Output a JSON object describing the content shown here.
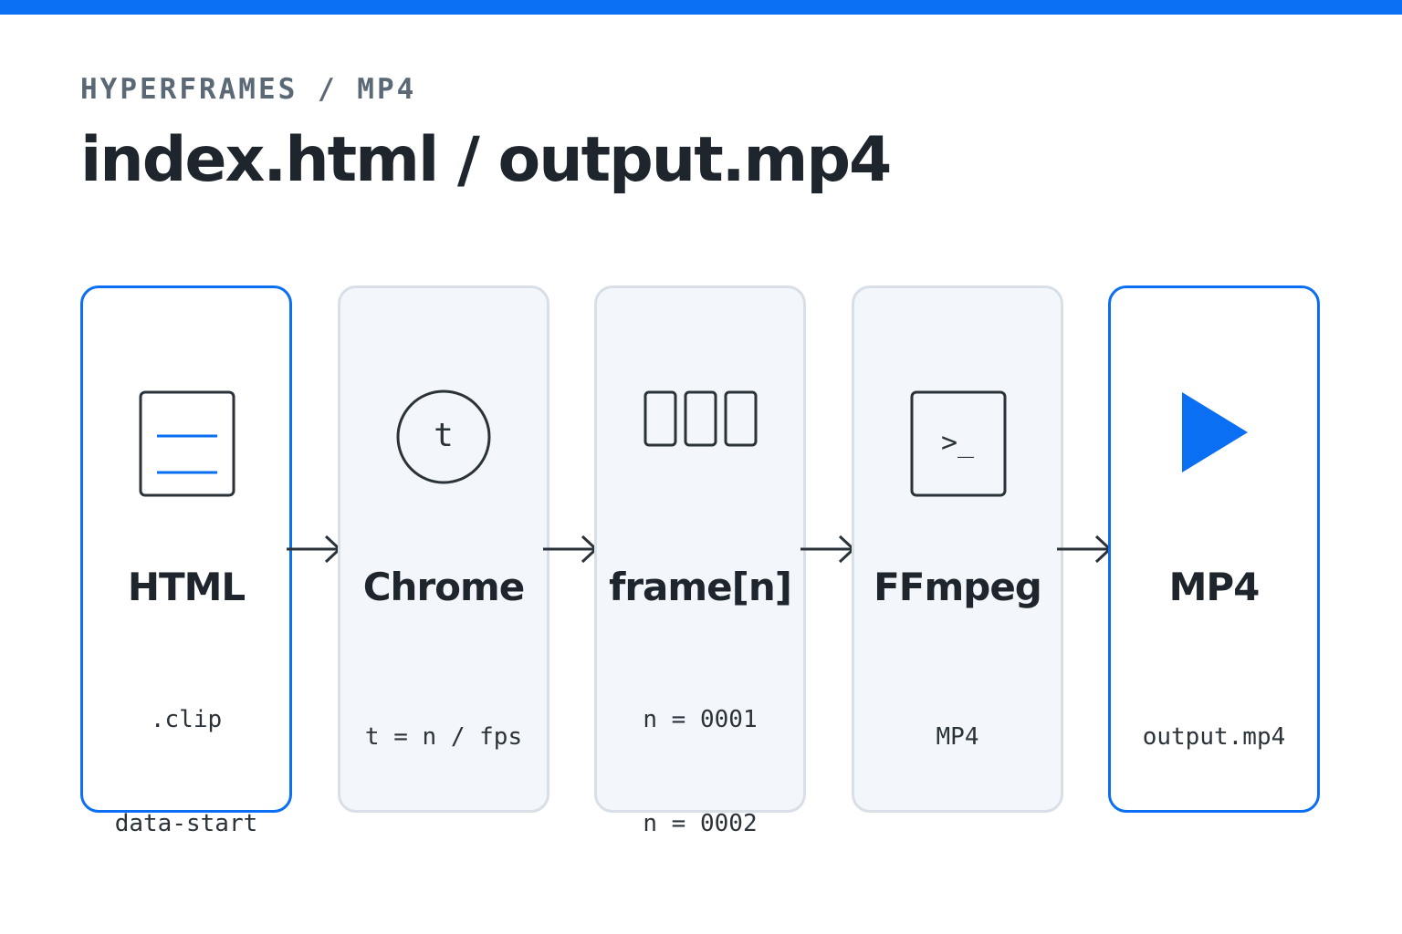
{
  "header": {
    "eyebrow": "HYPERFRAMES / MP4",
    "title": "index.html / output.mp4"
  },
  "colors": {
    "accent": "#0a6ff2",
    "text": "#1e252c",
    "muted": "#5b6876",
    "card_fill": "#f3f6fa",
    "card_border": "#d9dfe6"
  },
  "pipeline": [
    {
      "name": "HTML",
      "icon": "document-icon",
      "highlight": true,
      "detail_lines": [
        ".clip",
        "data-start"
      ]
    },
    {
      "name": "Chrome",
      "icon": "clock-t-icon",
      "icon_glyph": "t",
      "highlight": false,
      "detail_lines": [
        "t = n / fps"
      ]
    },
    {
      "name": "frame[n]",
      "icon": "frames-icon",
      "highlight": false,
      "detail_lines": [
        "n = 0001",
        "n = 0002"
      ]
    },
    {
      "name": "FFmpeg",
      "icon": "terminal-icon",
      "icon_glyph": ">_",
      "highlight": false,
      "detail_lines": [
        "MP4"
      ]
    },
    {
      "name": "MP4",
      "icon": "play-icon",
      "highlight": true,
      "detail_lines": [
        "output.mp4"
      ]
    }
  ]
}
